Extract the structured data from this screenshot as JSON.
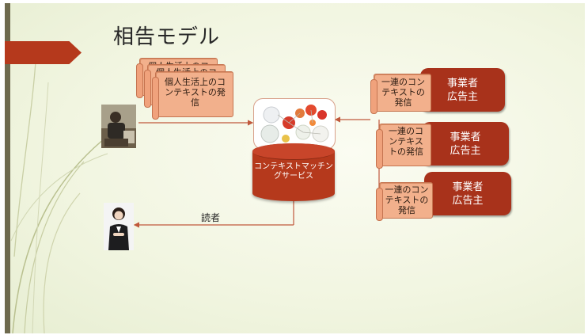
{
  "slide": {
    "title": "相告モデル"
  },
  "left_scrolls": {
    "back_label_1": "個人生活上のコ",
    "back_label_2": "個人生活上のコ",
    "front_label": "個人生活上のコンテキストの発信"
  },
  "right_panel": {
    "rows": [
      {
        "scroll_label": "一連のコンテキストの発信",
        "sponsor_label": "事業者広告主"
      },
      {
        "scroll_label": "一連のコンテキストの発信",
        "sponsor_label": "事業者広告主"
      },
      {
        "scroll_label": "一連のコンテキストの発信",
        "sponsor_label": "事業者広告主"
      }
    ]
  },
  "service": {
    "label": "コンテキストマッチングサービス"
  },
  "reader": {
    "label": "読者"
  },
  "colors": {
    "accent": "#b5391c",
    "scroll": "#f2b08c",
    "sponsor": "#a8321b",
    "background": "#f1f5e0"
  }
}
